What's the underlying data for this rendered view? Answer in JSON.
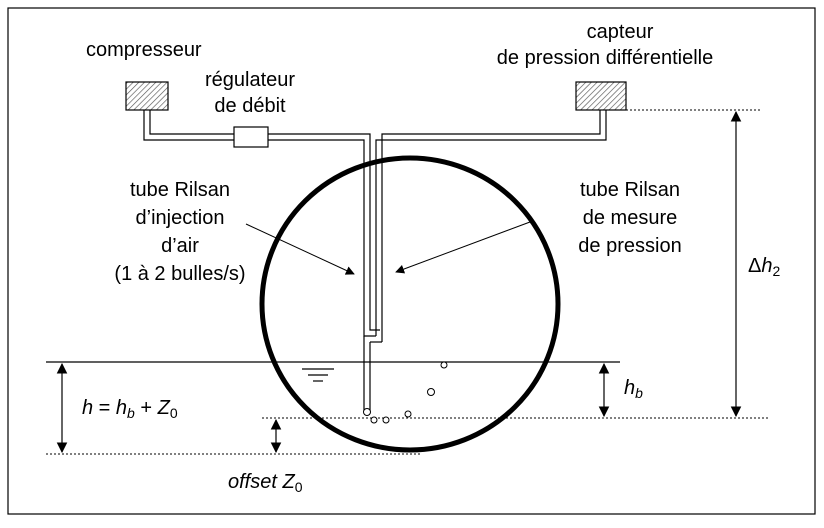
{
  "labels": {
    "compressor": "compresseur",
    "regulator_line1": "régulateur",
    "regulator_line2": "de débit",
    "sensor_line1": "capteur",
    "sensor_line2": "de pression différentielle",
    "injection_tube_line1": "tube Rilsan",
    "injection_tube_line2": "d’injection",
    "injection_tube_line3": "d’air",
    "injection_tube_line4": "(1 à 2 bulles/s)",
    "measure_tube_line1": "tube Rilsan",
    "measure_tube_line2": "de mesure",
    "measure_tube_line3": "de pression",
    "delta_h": {
      "symbol": "Δ",
      "var": "h",
      "sub": "2"
    },
    "hb": {
      "var": "h",
      "sub": "b"
    },
    "h_formula": {
      "lhs": "h",
      "eq": " = ",
      "v1": "h",
      "s1": "b",
      "plus": " + ",
      "v2": "Z",
      "s2": "0"
    },
    "offset": {
      "text": "offset ",
      "var": "Z",
      "sub": "0"
    }
  },
  "colors": {
    "line": "#000000",
    "hatch": "#666666",
    "background": "#ffffff"
  }
}
